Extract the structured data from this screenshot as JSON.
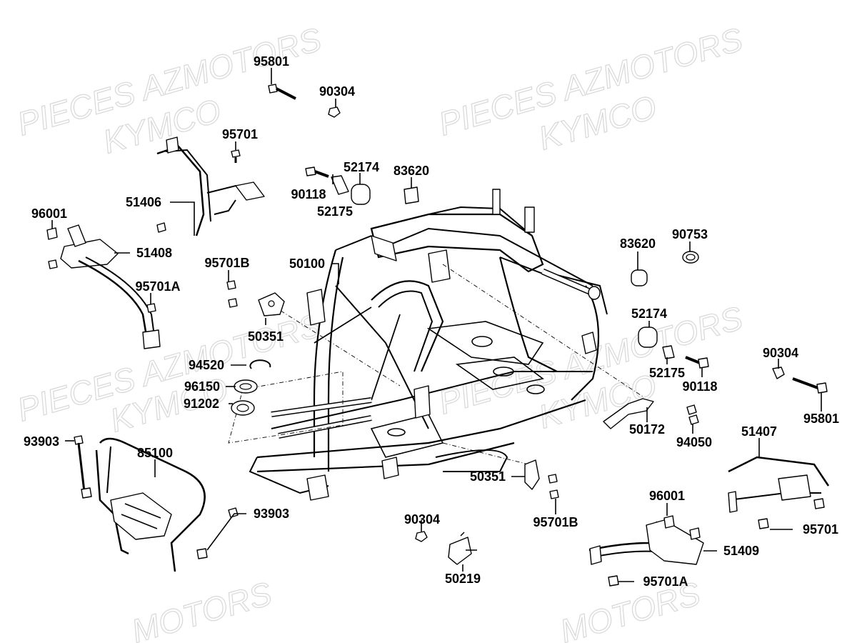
{
  "watermark": {
    "line1": "PIECES AZMOTORS",
    "line2": "KYMCO",
    "line3": "MOTORS"
  },
  "labels": {
    "l95801_top": "95801",
    "l90304_top": "90304",
    "l95701_top": "95701",
    "l51406": "51406",
    "l96001_left": "96001",
    "l51408": "51408",
    "l95701B_top": "95701B",
    "l95701A_left": "95701A",
    "l90118_top": "90118",
    "l52174_top": "52174",
    "l52175_top": "52175",
    "l83620_top": "83620",
    "l50100": "50100",
    "l50351_left": "50351",
    "l94520": "94520",
    "l96150": "96150",
    "l91202": "91202",
    "l93903_left": "93903",
    "l85100": "85100",
    "l93903_bottom": "93903",
    "l83620_right": "83620",
    "l90753": "90753",
    "l52174_right": "52174",
    "l52175_right": "52175",
    "l90118_right": "90118",
    "l90304_right": "90304",
    "l95801_right": "95801",
    "l50172": "50172",
    "l94050": "94050",
    "l51407": "51407",
    "l95701_right": "95701",
    "l50351_bottom": "50351",
    "l95701B_bottom": "95701B",
    "l90304_bottom": "90304",
    "l50219": "50219",
    "l96001_right": "96001",
    "l51409": "51409",
    "l95701A_bottom": "95701A"
  }
}
